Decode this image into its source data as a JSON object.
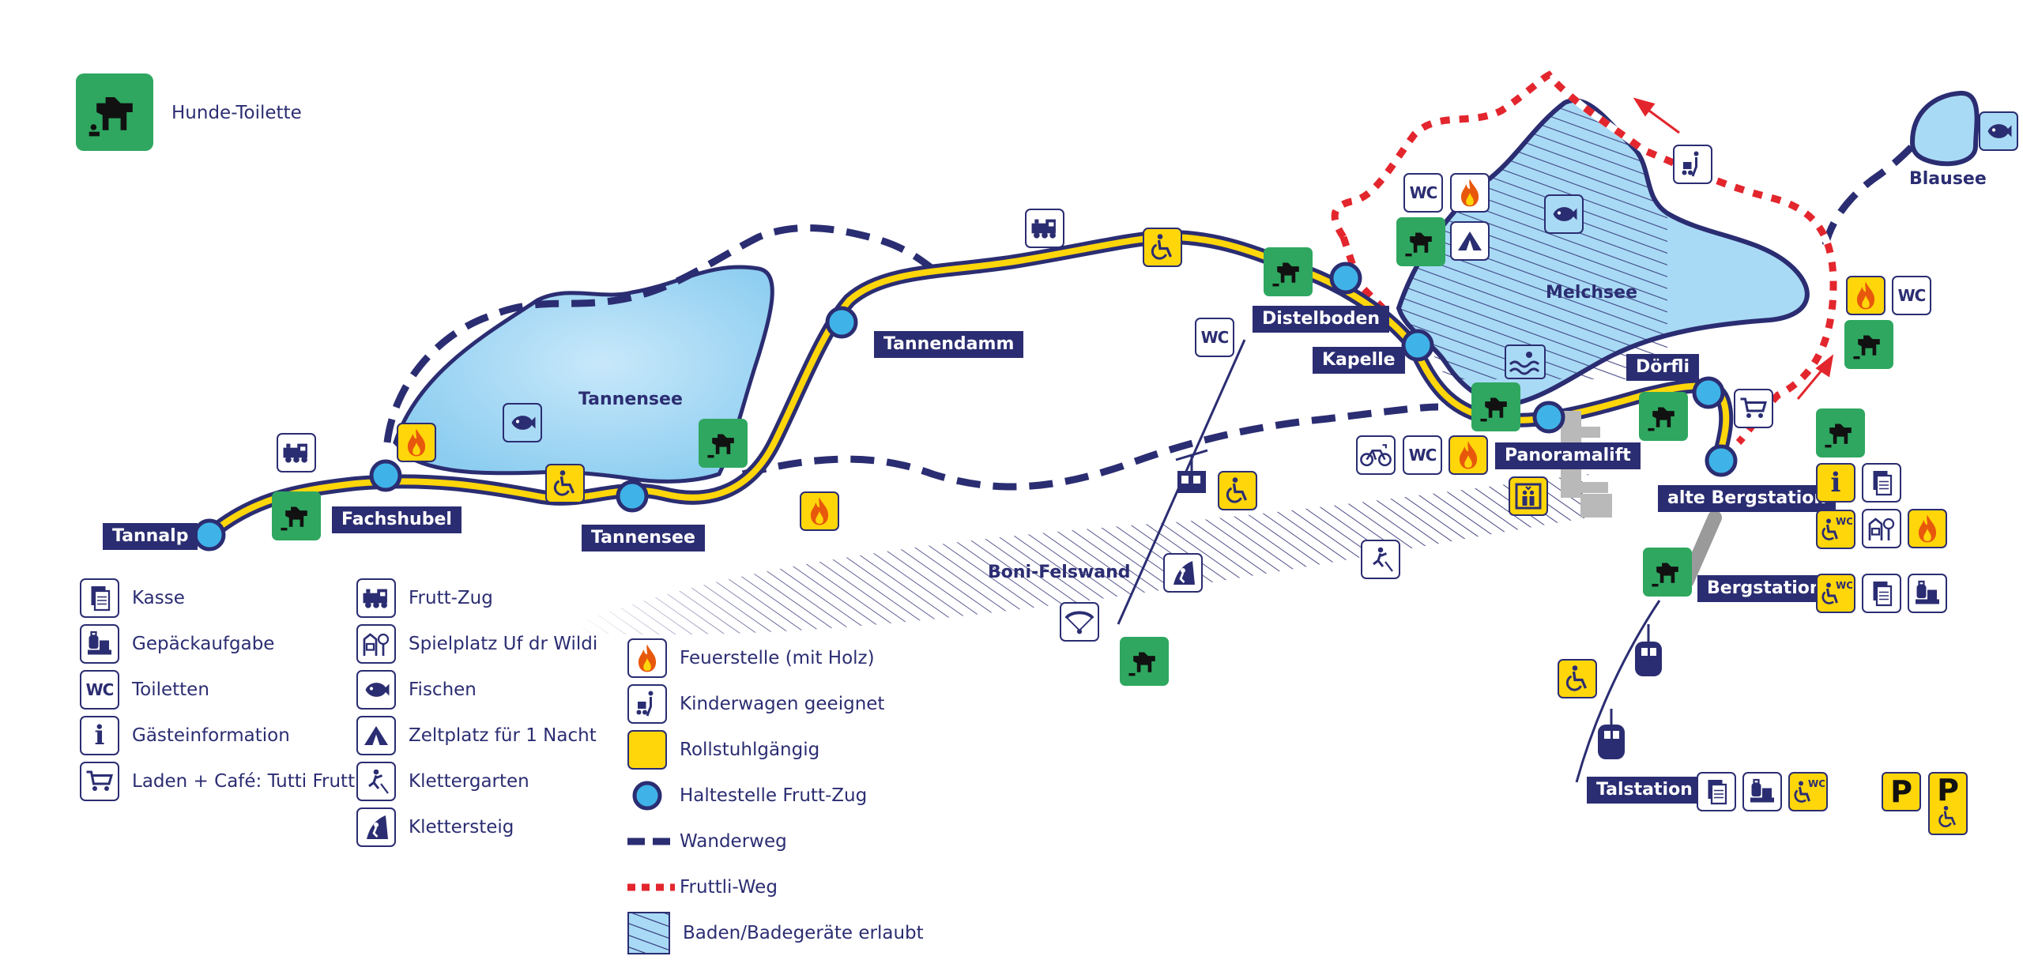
{
  "colors": {
    "navy": "#2b2d72",
    "lake": "#a9daf5",
    "track": "#ffd60a",
    "dog_green": "#2fa760",
    "accessible_yellow": "#ffd60a",
    "fruttli_red": "#e3262d",
    "stop_blue": "#3fb3e8"
  },
  "dog_toilet": {
    "label": "Hunde-Toilette"
  },
  "stations": {
    "tannalp": "Tannalp",
    "fachshubel": "Fachshubel",
    "tannensee": "Tannensee",
    "tannendamm": "Tannendamm",
    "distelboden": "Distelboden",
    "kapelle": "Kapelle",
    "panoramalift": "Panoramalift",
    "doerfli": "Dörfli",
    "alte_bergstation": "alte Bergstation",
    "bergstation": "Bergstation",
    "talstation": "Talstation"
  },
  "places": {
    "tannensee_lake": "Tannensee",
    "melchsee_lake": "Melchsee",
    "blausee_lake": "Blausee",
    "boni_felswand": "Boni-Felswand"
  },
  "badge_texts": {
    "wc": "WC",
    "info": "i",
    "parking": "P"
  },
  "icons": [
    "dog-toilet-icon",
    "fire-icon",
    "wc-icon",
    "wheelchair-icon",
    "train-icon",
    "fish-icon",
    "tent-icon",
    "stroller-icon",
    "shop-cart-icon",
    "bicycle-charging-icon",
    "lift-icon",
    "gondola-icon",
    "paraglider-icon",
    "climbing-icon",
    "via-ferrata-icon",
    "cash-desk-icon",
    "luggage-icon",
    "playground-icon",
    "swimming-icon",
    "parking-icon"
  ],
  "legend": {
    "col1": [
      {
        "icon": "cash-desk-icon",
        "label": "Kasse"
      },
      {
        "icon": "luggage-icon",
        "label": "Gepäckaufgabe"
      },
      {
        "icon": "wc-icon",
        "label": "Toiletten"
      },
      {
        "icon": "info-icon",
        "label": "Gästeinformation"
      },
      {
        "icon": "shop-cart-icon",
        "label": "Laden + Café: Tutti Frutt"
      }
    ],
    "col2": [
      {
        "icon": "train-icon",
        "label": "Frutt-Zug"
      },
      {
        "icon": "playground-icon",
        "label": "Spielplatz Uf dr Wildi"
      },
      {
        "icon": "fish-icon",
        "label": "Fischen"
      },
      {
        "icon": "tent-icon",
        "label": "Zeltplatz für 1 Nacht"
      },
      {
        "icon": "climbing-icon",
        "label": "Klettergarten"
      },
      {
        "icon": "via-ferrata-icon",
        "label": "Klettersteig"
      }
    ],
    "col3": [
      {
        "icon": "fire-icon",
        "label": "Feuerstelle (mit Holz)"
      },
      {
        "icon": "stroller-icon",
        "label": "Kinderwagen geeignet"
      },
      {
        "icon": "wheelchair-swatch",
        "label": "Rollstuhlgängig"
      },
      {
        "icon": "train-stop-swatch",
        "label": "Haltestelle Frutt-Zug"
      },
      {
        "icon": "hiking-trail-swatch",
        "label": "Wanderweg"
      },
      {
        "icon": "fruttli-trail-swatch",
        "label": "Fruttli-Weg"
      },
      {
        "icon": "bathing-area-swatch",
        "label": "Baden/Badegeräte erlaubt"
      }
    ]
  }
}
